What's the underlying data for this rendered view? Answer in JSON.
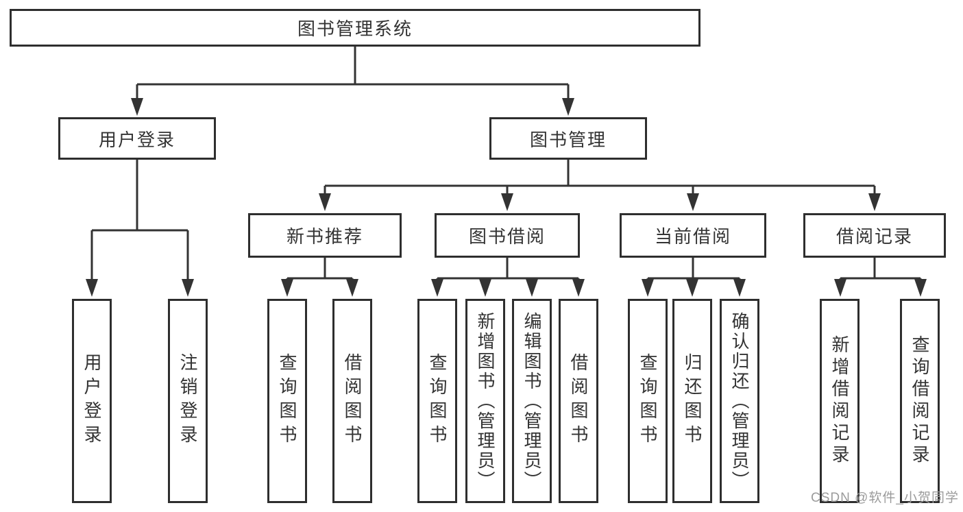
{
  "tree": {
    "label": "图书管理系统",
    "children": [
      {
        "label": "用户登录",
        "children": [
          {
            "label": "用户登录"
          },
          {
            "label": "注销登录"
          }
        ]
      },
      {
        "label": "图书管理",
        "children": [
          {
            "label": "新书推荐",
            "children": [
              {
                "label": "查询图书"
              },
              {
                "label": "借阅图书"
              }
            ]
          },
          {
            "label": "图书借阅",
            "children": [
              {
                "label": "查询图书"
              },
              {
                "label": "新增图书（管理员）"
              },
              {
                "label": "编辑图书（管理员）"
              },
              {
                "label": "借阅图书"
              }
            ]
          },
          {
            "label": "当前借阅",
            "children": [
              {
                "label": "查询图书"
              },
              {
                "label": "归还图书"
              },
              {
                "label": "确认归还（管理员）"
              }
            ]
          },
          {
            "label": "借阅记录",
            "children": [
              {
                "label": "新增借阅记录"
              },
              {
                "label": "查询借阅记录"
              }
            ]
          }
        ]
      }
    ]
  },
  "watermark": {
    "text": "CSDN @软件_小贺同学"
  },
  "colors": {
    "line": "#333333",
    "text": "#333333",
    "box_border": "#2e2e2e",
    "background": "#ffffff",
    "watermark": "#9b9b9b"
  }
}
